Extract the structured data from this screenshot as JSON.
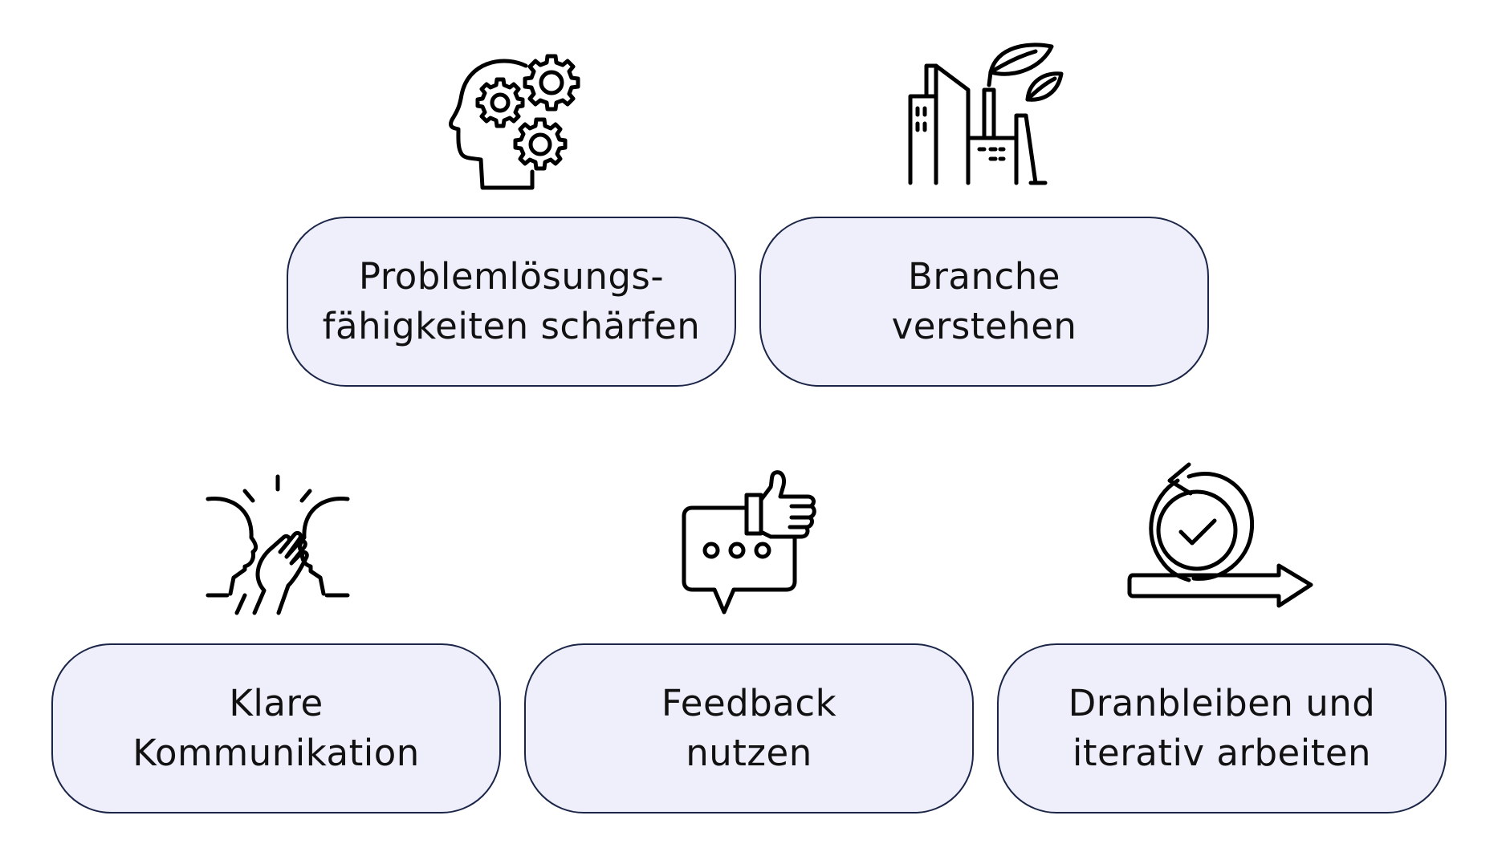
{
  "colors": {
    "card_fill": "#efeffb",
    "card_border": "#1b2547",
    "text": "#111111",
    "icon_stroke": "#000000"
  },
  "cards": [
    {
      "icon": "head-gears-icon",
      "line1": "Problemlösungs-",
      "line2": "fähigkeiten schärfen"
    },
    {
      "icon": "eco-factory-icon",
      "line1": "Branche",
      "line2": "verstehen"
    },
    {
      "icon": "high-five-faces-icon",
      "line1": "Klare",
      "line2": "Kommunikation"
    },
    {
      "icon": "feedback-thumbs-up-icon",
      "line1": "Feedback",
      "line2": "nutzen"
    },
    {
      "icon": "iterative-cycle-check-icon",
      "line1": "Dranbleiben und",
      "line2": "iterativ arbeiten"
    }
  ]
}
